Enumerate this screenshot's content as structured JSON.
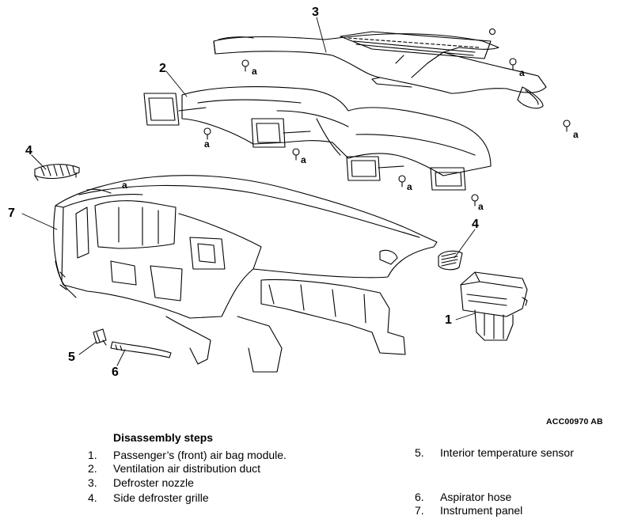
{
  "callouts": {
    "n1": "1",
    "n2": "2",
    "n3": "3",
    "n4_left": "4",
    "n4_right": "4",
    "n5": "5",
    "n6": "6",
    "n7": "7"
  },
  "fastener_label": "a",
  "figure_code": "ACC00970 AB",
  "steps": {
    "title": "Disassembly steps",
    "items": [
      {
        "num": "1.",
        "text": "Passenger’s (front) air bag module."
      },
      {
        "num": "2.",
        "text": "Ventilation air distribution duct"
      },
      {
        "num": "3.",
        "text": "Defroster nozzle"
      },
      {
        "num": "4.",
        "text": "Side defroster grille"
      },
      {
        "num": "5.",
        "text": "Interior temperature sensor"
      },
      {
        "num": "6.",
        "text": "Aspirator hose"
      },
      {
        "num": "7.",
        "text": "Instrument panel"
      }
    ]
  }
}
